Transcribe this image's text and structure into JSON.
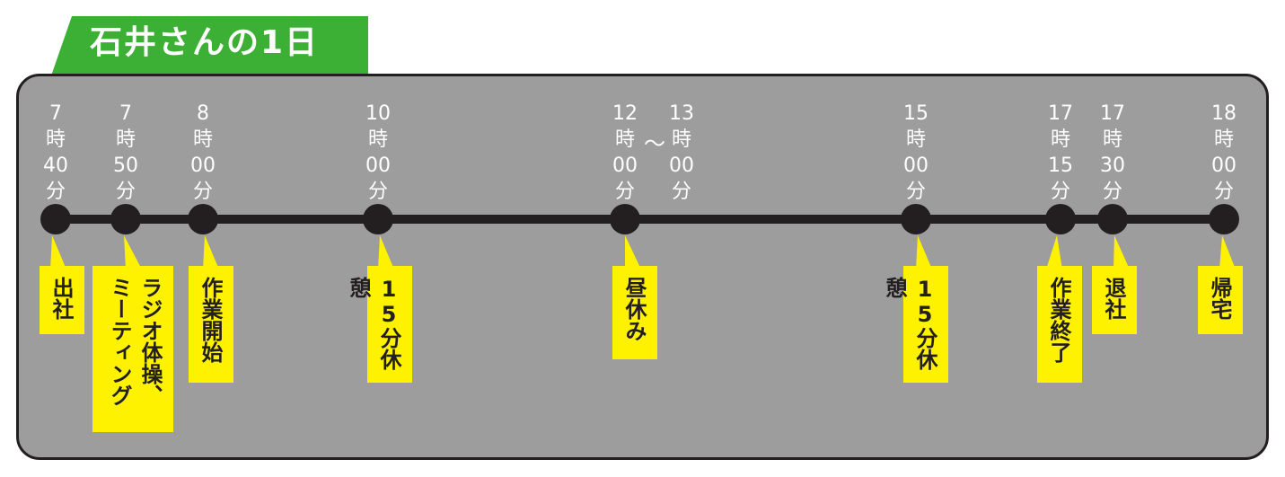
{
  "title": "石井さんの1日",
  "colors": {
    "title_green": "#3cb035",
    "panel_gray": "#9c9d9c",
    "timeline": "#231f20",
    "label_yellow": "#fef200",
    "text_white": "#ffffff"
  },
  "times": [
    {
      "hour": "7",
      "unit_h": "時",
      "minute": "40",
      "unit_m": "分"
    },
    {
      "hour": "7",
      "unit_h": "時",
      "minute": "50",
      "unit_m": "分"
    },
    {
      "hour": "8",
      "unit_h": "時",
      "minute": "00",
      "unit_m": "分"
    },
    {
      "hour": "10",
      "unit_h": "時",
      "minute": "00",
      "unit_m": "分"
    },
    {
      "hour": "12",
      "unit_h": "時",
      "minute": "00",
      "unit_m": "分"
    },
    {
      "hour": "13",
      "unit_h": "時",
      "minute": "00",
      "unit_m": "分"
    },
    {
      "hour": "15",
      "unit_h": "時",
      "minute": "00",
      "unit_m": "分"
    },
    {
      "hour": "17",
      "unit_h": "時",
      "minute": "15",
      "unit_m": "分"
    },
    {
      "hour": "17",
      "unit_h": "時",
      "minute": "30",
      "unit_m": "分"
    },
    {
      "hour": "18",
      "unit_h": "時",
      "minute": "00",
      "unit_m": "分"
    }
  ],
  "range_separator": "～",
  "events": [
    {
      "lines": [
        "出社"
      ]
    },
    {
      "lines": [
        "ラジオ体操、",
        "ミーティング"
      ]
    },
    {
      "lines": [
        "作業開始"
      ]
    },
    {
      "lines": [
        "15分休憩"
      ]
    },
    {
      "lines": [
        "昼休み"
      ]
    },
    {
      "lines": [
        "15分休憩"
      ]
    },
    {
      "lines": [
        "作業終了"
      ]
    },
    {
      "lines": [
        "退社"
      ]
    },
    {
      "lines": [
        "帰宅"
      ]
    }
  ]
}
